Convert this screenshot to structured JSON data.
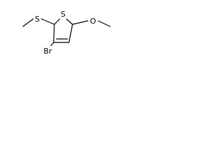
{
  "molecule": {
    "atoms": {
      "sulfur_ring": "S",
      "bromine": "Br",
      "oxygen_methoxy": "O",
      "sulfur_methylthio": "S"
    },
    "ink_color": "#000000",
    "background_color": "#ffffff"
  }
}
